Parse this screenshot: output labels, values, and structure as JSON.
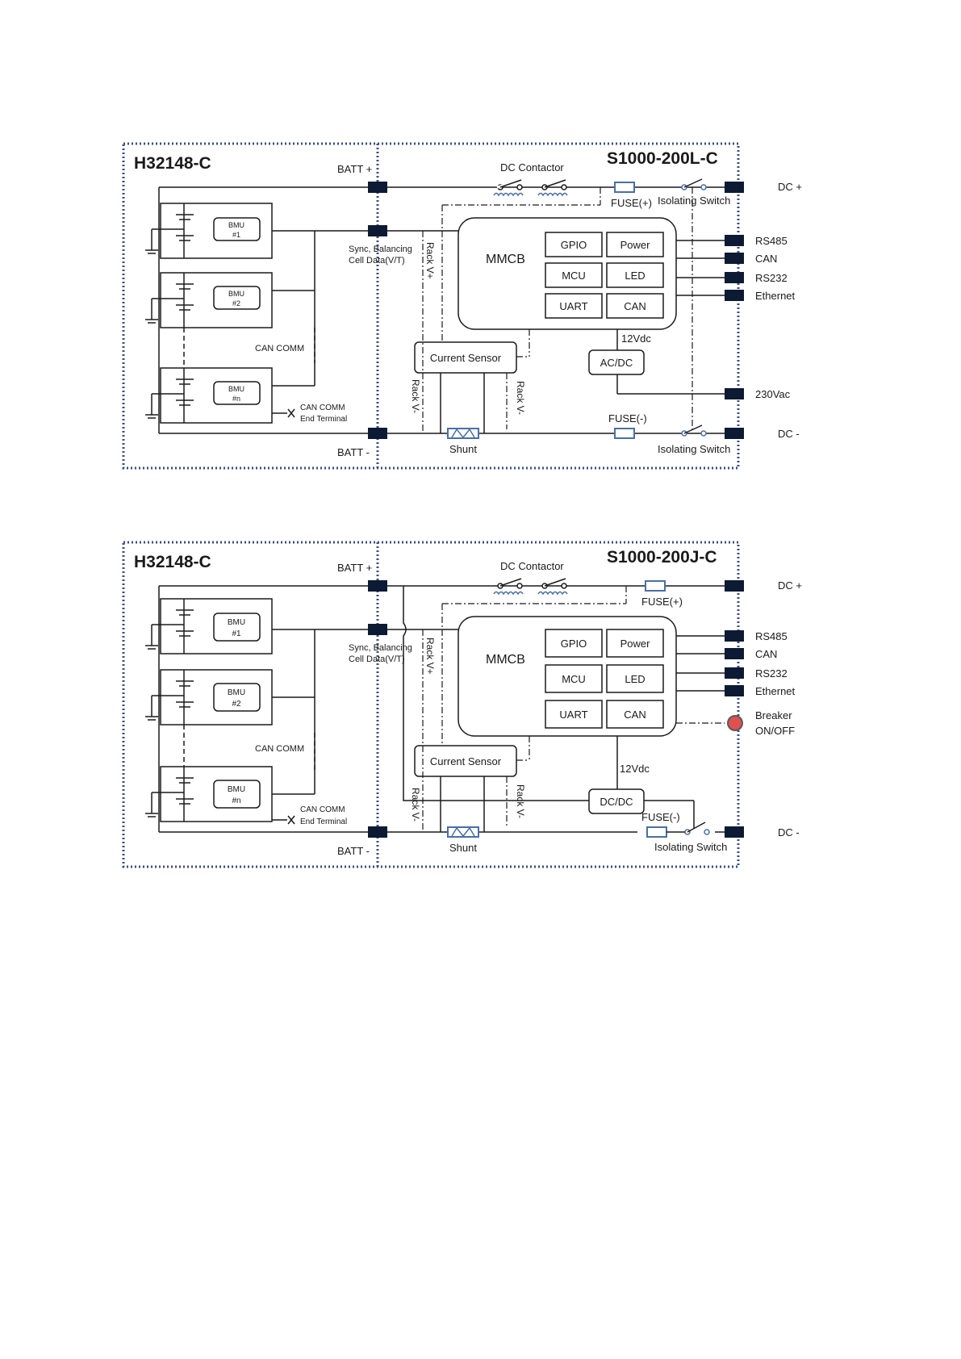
{
  "diagrams": [
    {
      "variant": "L",
      "battery_title": "H32148-C",
      "controller_title": "S1000-200L-C",
      "batt_plus": "BATT +",
      "batt_minus": "BATT -",
      "dc_contactor": "DC Contactor",
      "fuse_plus": "FUSE(+)",
      "fuse_minus": "FUSE(-)",
      "isolating_switch_top": "Isolating Switch",
      "isolating_switch_bottom": "Isolating Switch",
      "dc_plus": "DC  +",
      "dc_minus": "DC  -",
      "sync_line1": "Sync, Balancing",
      "sync_line2": "Cell Data(V/T)",
      "rack_v_plus": "Rack V+",
      "rack_v_minus_left": "Rack V-",
      "rack_v_minus_right": "Rack V-",
      "mmcb": "MMCB",
      "modules": [
        "GPIO",
        "Power",
        "MCU",
        "LED",
        "UART",
        "CAN"
      ],
      "ports": [
        "RS485",
        "CAN",
        "RS232",
        "Ethernet"
      ],
      "converter": "AC/DC",
      "voltage_12": "12Vdc",
      "ac_input": "230Vac",
      "current_sensor": "Current Sensor",
      "shunt": "Shunt",
      "can_comm": "CAN COMM",
      "can_end_line1": "CAN COMM",
      "can_end_line2": "End Terminal",
      "bmu_units": [
        {
          "line1": "BMU",
          "line2": "#1"
        },
        {
          "line1": "BMU",
          "line2": "#2"
        },
        {
          "line1": "BMU",
          "line2": "#n"
        }
      ]
    },
    {
      "variant": "J",
      "battery_title": "H32148-C",
      "controller_title": "S1000-200J-C",
      "batt_plus": "BATT +",
      "batt_minus": "BATT -",
      "dc_contactor": "DC Contactor",
      "fuse_plus": "FUSE(+)",
      "fuse_minus": "FUSE(-)",
      "isolating_switch_bottom": "Isolating Switch",
      "dc_plus": "DC  +",
      "dc_minus": "DC  -",
      "sync_line1": "Sync, Balancing",
      "sync_line2": "Cell Data(V/T)",
      "rack_v_plus": "Rack V+",
      "rack_v_minus_left": "Rack V-",
      "rack_v_minus_right": "Rack V-",
      "mmcb": "MMCB",
      "modules": [
        "GPIO",
        "Power",
        "MCU",
        "LED",
        "UART",
        "CAN"
      ],
      "ports": [
        "RS485",
        "CAN",
        "RS232",
        "Ethernet"
      ],
      "breaker_line1": "Breaker",
      "breaker_line2": "ON/OFF",
      "converter": "DC/DC",
      "voltage_12": "12Vdc",
      "current_sensor": "Current Sensor",
      "shunt": "Shunt",
      "can_comm": "CAN COMM",
      "can_end_line1": "CAN COMM",
      "can_end_line2": "End Terminal",
      "bmu_units": [
        {
          "line1": "BMU",
          "line2": "#1"
        },
        {
          "line1": "BMU",
          "line2": "#2"
        },
        {
          "line1": "BMU",
          "line2": "#n"
        }
      ]
    }
  ],
  "colors": {
    "line": "#1a1a1a",
    "dotted_border": "#3a4f7a",
    "connector": "#0d1a33",
    "component": "#4a6fa5",
    "breaker": "#e05050"
  }
}
